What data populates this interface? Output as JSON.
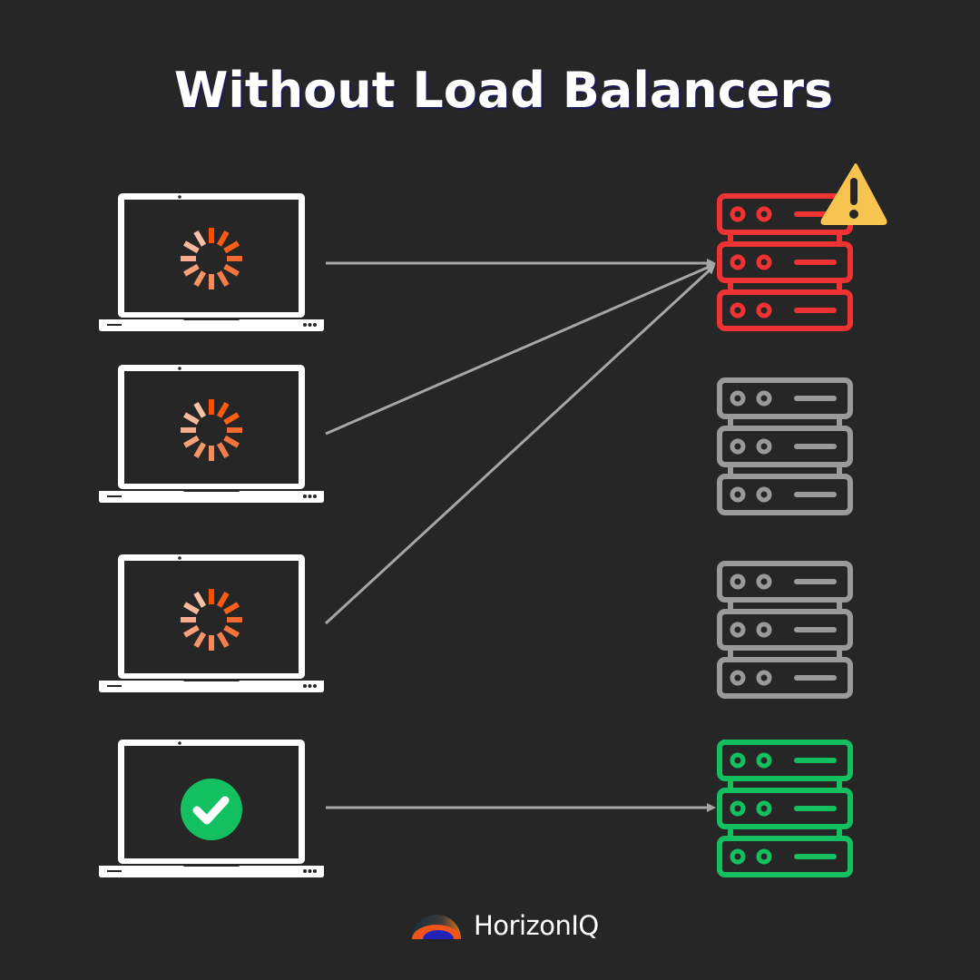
{
  "title": "Without Load Balancers",
  "colors": {
    "background": "#262626",
    "laptop": "#ffffff",
    "arrow": "#a6a6a6",
    "overloaded_server": "#f03232",
    "idle_server": "#9a9a9a",
    "healthy_server": "#12c060",
    "warning": "#f8c450",
    "spinner": "#ff5a14",
    "check": "#12c060"
  },
  "clients": [
    {
      "id": "client-1",
      "status": "loading",
      "icon": "spinner-icon"
    },
    {
      "id": "client-2",
      "status": "loading",
      "icon": "spinner-icon"
    },
    {
      "id": "client-3",
      "status": "loading",
      "icon": "spinner-icon"
    },
    {
      "id": "client-4",
      "status": "success",
      "icon": "checkmark-icon"
    }
  ],
  "servers": [
    {
      "id": "server-1",
      "status": "overloaded",
      "badge": "warning-icon"
    },
    {
      "id": "server-2",
      "status": "idle"
    },
    {
      "id": "server-3",
      "status": "idle"
    },
    {
      "id": "server-4",
      "status": "healthy"
    }
  ],
  "connections": [
    {
      "from": "client-1",
      "to": "server-1"
    },
    {
      "from": "client-2",
      "to": "server-1"
    },
    {
      "from": "client-3",
      "to": "server-1"
    },
    {
      "from": "client-4",
      "to": "server-4"
    }
  ],
  "brand": {
    "name": "HorizonIQ",
    "logo": "horizon-logo-icon"
  }
}
